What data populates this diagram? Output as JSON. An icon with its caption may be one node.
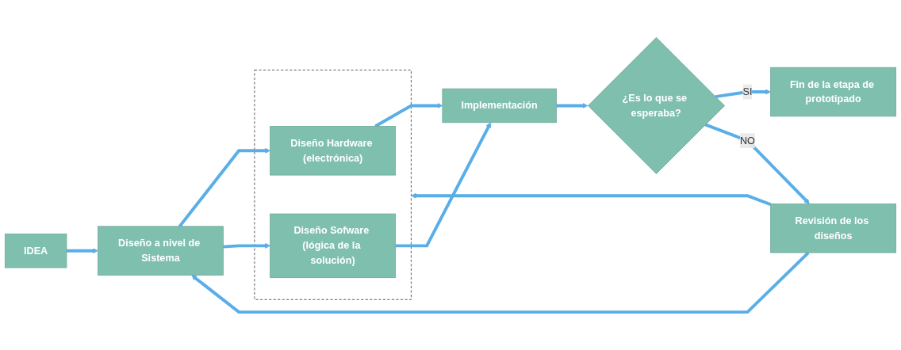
{
  "diagram": {
    "nodes": [
      {
        "text": [
          "IDEA"
        ]
      },
      {
        "text": [
          "Diseño a nivel de Sistema"
        ]
      },
      {
        "text": [],
        "shape": "box"
      },
      {
        "text": [
          "Diseño Hardware (electrónica)"
        ],
        "in": 2
      },
      {
        "text": [
          "Diseño Sofware (lógica de la solución)"
        ],
        "in": 2
      },
      {
        "text": [
          "Implementación"
        ]
      },
      {
        "text": [
          "¿Es lo que se esperaba?"
        ]
      },
      {
        "text": [
          "Fin de la etapa de prototipado"
        ]
      },
      {
        "text": [
          "Revisión de los diseños"
        ]
      }
    ],
    "edges": [
      {
        "from": 0,
        "to": 1,
        "arrow": "to"
      },
      {
        "from": 1,
        "to": 3,
        "arrow": "to"
      },
      {
        "from": 1,
        "to": 4,
        "arrow": "to"
      },
      {
        "from": 3,
        "to": 5,
        "arrow": "to"
      },
      {
        "from": 4,
        "to": 5,
        "arrow": "to"
      },
      {
        "from": 5,
        "to": 6,
        "arrow": "to"
      },
      {
        "from": 6,
        "to": 7,
        "label": "SI",
        "arrow": "to"
      },
      {
        "from": 6,
        "to": 8,
        "label": "NO",
        "arrow": "to"
      },
      {
        "from": 8,
        "to": 1,
        "arrow": "to"
      },
      {
        "from": 8,
        "to": 2,
        "arrow": "to"
      }
    ]
  }
}
